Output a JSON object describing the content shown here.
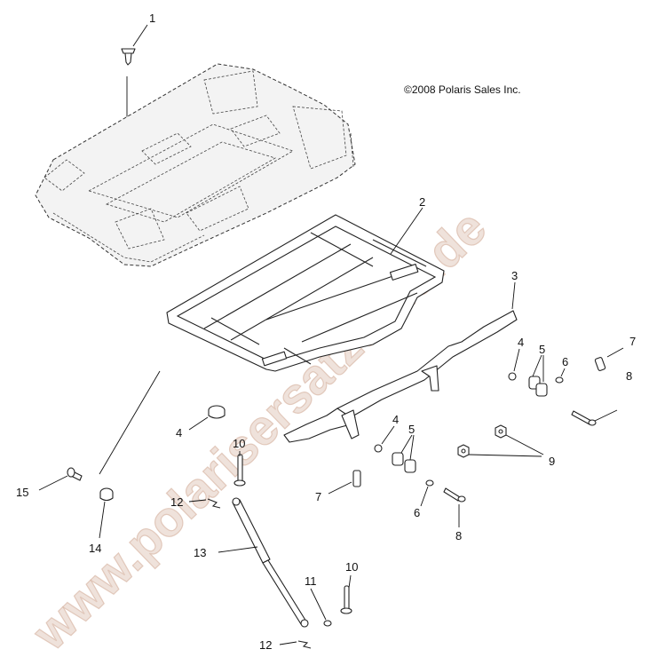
{
  "copyright": "©2008 Polaris Sales Inc.",
  "watermark": "www.polarisersatzteile.de",
  "callouts": {
    "c1": "1",
    "c2": "2",
    "c3": "3",
    "c4a": "4",
    "c4b": "4",
    "c4c": "4",
    "c5a": "5",
    "c5b": "5",
    "c6a": "6",
    "c6b": "6",
    "c7a": "7",
    "c7b": "7",
    "c8a": "8",
    "c8b": "8",
    "c9": "9",
    "c10a": "10",
    "c10b": "10",
    "c11": "11",
    "c12a": "12",
    "c12b": "12",
    "c13": "13",
    "c14": "14",
    "c15": "15"
  }
}
